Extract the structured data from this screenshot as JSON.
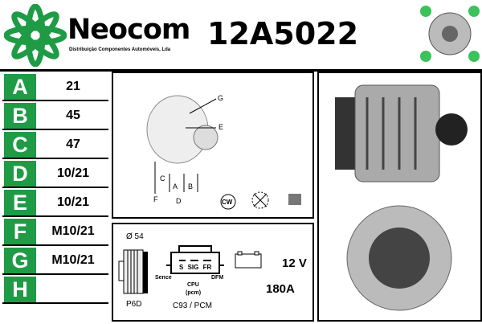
{
  "brand": {
    "name": "Neocom",
    "subtitle": "Distribuição Componentes Automóveis, Lda"
  },
  "part_number": "12A5022",
  "specs": [
    {
      "letter": "A",
      "value": "21"
    },
    {
      "letter": "B",
      "value": "45"
    },
    {
      "letter": "C",
      "value": "47"
    },
    {
      "letter": "D",
      "value": "10/21"
    },
    {
      "letter": "E",
      "value": "10/21"
    },
    {
      "letter": "F",
      "value": "M10/21"
    },
    {
      "letter": "G",
      "value": "M10/21"
    },
    {
      "letter": "H",
      "value": ""
    }
  ],
  "diagram": {
    "labels": [
      "G",
      "E",
      "C",
      "A",
      "B",
      "F",
      "D"
    ],
    "rotation": "CW"
  },
  "pulley": {
    "diameter": "Ø 54",
    "type": "P6D"
  },
  "connector": {
    "pins": [
      "S",
      "SIG",
      "FR"
    ],
    "left": "Sence",
    "right": "DFM",
    "center": "CPU",
    "center_sub": "(pcm)",
    "code": "C93 / PCM"
  },
  "electrical": {
    "voltage": "12 V",
    "current": "180A"
  },
  "colors": {
    "green": "#1f9b46"
  }
}
